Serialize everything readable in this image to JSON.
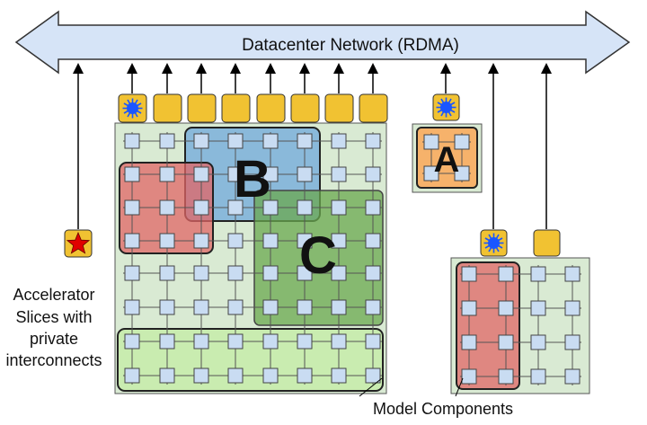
{
  "network": {
    "title": "Datacenter Network (RDMA)"
  },
  "slices": {
    "big": {
      "label_b": "B",
      "label_c": "C"
    },
    "a": {
      "label": "A"
    }
  },
  "annotations": {
    "accelerator_lines": [
      "Accelerator",
      "Slices with",
      "private",
      "interconnects"
    ],
    "model_components": "Model Components"
  },
  "colors": {
    "network_fill": "#d6e4f7",
    "host_fill": "#f1c232",
    "star_fill": "#e00000",
    "sun_fill": "#1a56ff",
    "chip_fill": "#c9dcf2",
    "slice_bg": "#d9ead3",
    "region_b": "#6fa8dc",
    "region_c": "#6aa84f",
    "region_red": "#e06666",
    "region_green": "#b6d7a8",
    "region_a": "#f6b26b"
  },
  "icons": [
    "star-icon",
    "sun-icon"
  ]
}
